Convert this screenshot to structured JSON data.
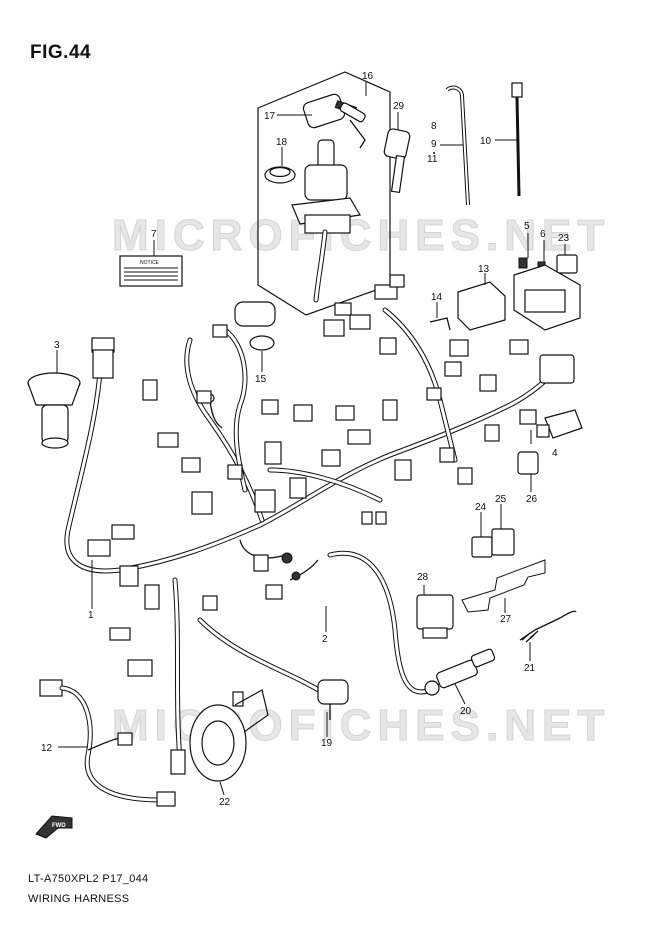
{
  "figure": {
    "title": "FIG.44"
  },
  "watermark": {
    "text": "MICROFICHES.NET"
  },
  "footer": {
    "code": "LT-A750XPL2 P17_044",
    "name": "WIRING HARNESS"
  },
  "notice_label": "NOTICE",
  "fwd_label": "FWD",
  "callouts": [
    {
      "id": "c1",
      "text": "1"
    },
    {
      "id": "c2",
      "text": "2"
    },
    {
      "id": "c3",
      "text": "3"
    },
    {
      "id": "c4",
      "text": "4"
    },
    {
      "id": "c5",
      "text": "5"
    },
    {
      "id": "c6",
      "text": "6"
    },
    {
      "id": "c7",
      "text": "7"
    },
    {
      "id": "c8",
      "text": "8"
    },
    {
      "id": "c9",
      "text": "9"
    },
    {
      "id": "c10",
      "text": "10"
    },
    {
      "id": "c11",
      "text": "11"
    },
    {
      "id": "c12",
      "text": "12"
    },
    {
      "id": "c13",
      "text": "13"
    },
    {
      "id": "c14",
      "text": "14"
    },
    {
      "id": "c15",
      "text": "15"
    },
    {
      "id": "c16",
      "text": "16"
    },
    {
      "id": "c17",
      "text": "17"
    },
    {
      "id": "c18",
      "text": "18"
    },
    {
      "id": "c19",
      "text": "19"
    },
    {
      "id": "c20",
      "text": "20"
    },
    {
      "id": "c21",
      "text": "21"
    },
    {
      "id": "c22",
      "text": "22"
    },
    {
      "id": "c23",
      "text": "23"
    },
    {
      "id": "c24",
      "text": "24"
    },
    {
      "id": "c25",
      "text": "25"
    },
    {
      "id": "c26",
      "text": "26"
    },
    {
      "id": "c27",
      "text": "27"
    },
    {
      "id": "c28",
      "text": "28"
    },
    {
      "id": "c29",
      "text": "29"
    }
  ]
}
